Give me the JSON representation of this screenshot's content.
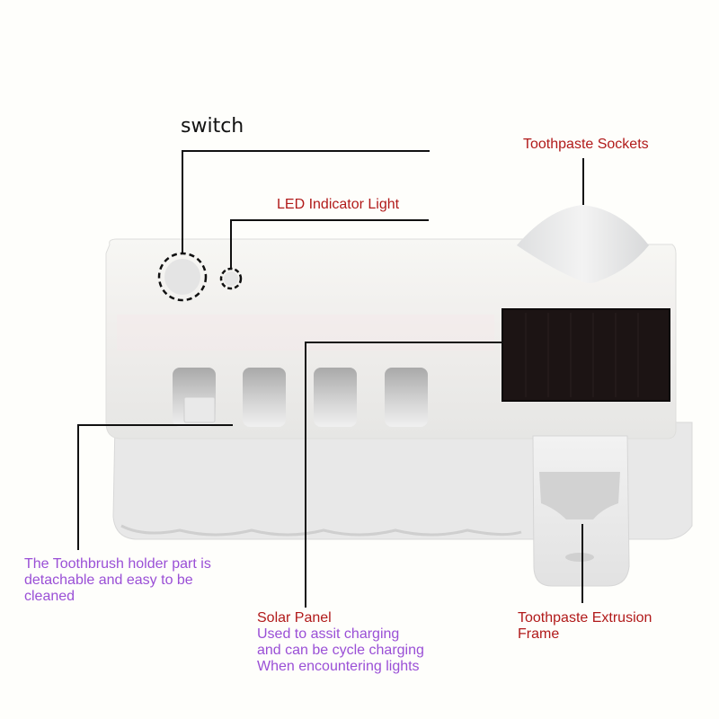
{
  "diagram": {
    "subject": "Wall-mounted toothbrush holder with automatic toothpaste dispenser",
    "colors": {
      "background": "#fefefb",
      "leader_line": "#111111",
      "label_red": "#b11a1a",
      "label_purple": "#9a4fd6",
      "device_body": "#f1f1ef",
      "solar_panel": "#1c1414"
    },
    "labels": {
      "switch": "switch",
      "led": "LED Indicator Light",
      "sockets": "Toothpaste Sockets",
      "holder": {
        "line1": "The Toothbrush holder part is",
        "line2": "detachable and easy to be",
        "line3": "cleaned"
      },
      "solar": {
        "title": "Solar Panel",
        "line1": "Used to assit charging",
        "line2": "and can be cycle charging",
        "line3": "When encountering lights"
      },
      "extrusion": {
        "line1": "Toothpaste Extrusion",
        "line2": "Frame"
      }
    },
    "toothbrush_slots": 4
  }
}
